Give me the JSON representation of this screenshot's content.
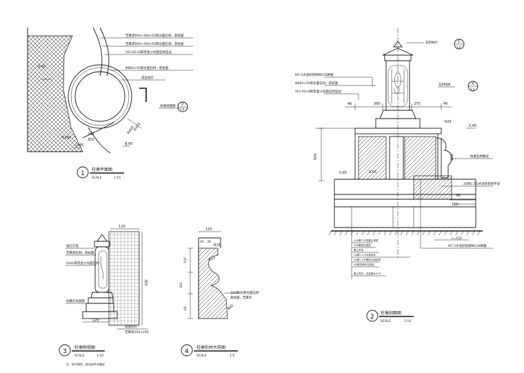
{
  "views": {
    "plan": {
      "number": "1",
      "title": "柱墩平面图",
      "scale_label": "SCALE",
      "scale": "1:15"
    },
    "section": {
      "number": "2",
      "title": "柱墩剖面图",
      "scale_label": "SCALE",
      "scale": "1:10"
    },
    "elevation": {
      "number": "3",
      "title": "柱墩侧视图",
      "scale_label": "SCALE",
      "scale": "1:10"
    },
    "detail": {
      "number": "4",
      "title": "柱墩石材大样图",
      "scale_label": "SCALE",
      "scale": "1:5"
    }
  },
  "plan_notes": [
    "芝麻黑600×300×50厚光面石材，荔枝面",
    "芝麻黑600×300×50厚光面石材，荔枝面",
    "50×50×8厚黑金沙光面石材压边",
    "Φ800×50厚光面石材，荔枝面",
    "成品柱灯"
  ],
  "plan_dims": [
    "R450",
    "R400",
    "240",
    "350",
    "R260",
    "0.45",
    "0.00",
    "0.90"
  ],
  "plan_callout": {
    "label": "柱墩剖面图",
    "num": "2",
    "sheet": "1.0"
  },
  "section_notes_left": [
    "M7.5水泥砂浆砌MU10砖墩",
    "Φ800×50厚光面石材，荔枝面",
    "50×50×8厚黑金沙光面石材压边"
  ],
  "section_callouts": [
    {
      "label": "石材柱灯",
      "num": "1",
      "sheet": "1.0"
    },
    {
      "label": "石材线条",
      "num": "4",
      "sheet": "1.0"
    }
  ],
  "section_dims": [
    "40",
    "360",
    "370",
    "40",
    "R25",
    "0.45",
    "500",
    "0.85",
    "0.05",
    "150",
    "80",
    "150"
  ],
  "section_notes_right": [
    "柱墩石材做法",
    "20厚1:2.5水泥砂浆找平层",
    "M7.5水泥砂浆砌MU10砖墩"
  ],
  "section_base_note": "L=150",
  "section_layers": [
    "100厚C15混凝土垫层",
    "150厚碎石垫层",
    "素土夯实",
    "20厚1:2.5水泥砂浆",
    "30厚1:3干硬性水泥砂浆",
    "50厚芝麻灰花岗岩",
    "素土夯实，压实度≥0.93"
  ],
  "elev_notes": [
    "柱灯灯具",
    "芝麻黑石材，荔枝面",
    "5mm厚黑金沙光面石材",
    "柱墩灯具基座"
  ],
  "elev_dims": [
    "120",
    "220",
    "300"
  ],
  "elev_bottom_notes": [
    "成品柱灯",
    "芝麻黑200×200"
  ],
  "elev_footnote": "注：柱灯颜色、样式由甲方确定",
  "detail_dims": [
    "120",
    "40",
    "30",
    "R15",
    "R13",
    "100",
    "64",
    "320",
    "R92"
  ],
  "detail_notes": [
    "320厚20厚光面石材",
    "荔枝面，芝麻灰"
  ]
}
